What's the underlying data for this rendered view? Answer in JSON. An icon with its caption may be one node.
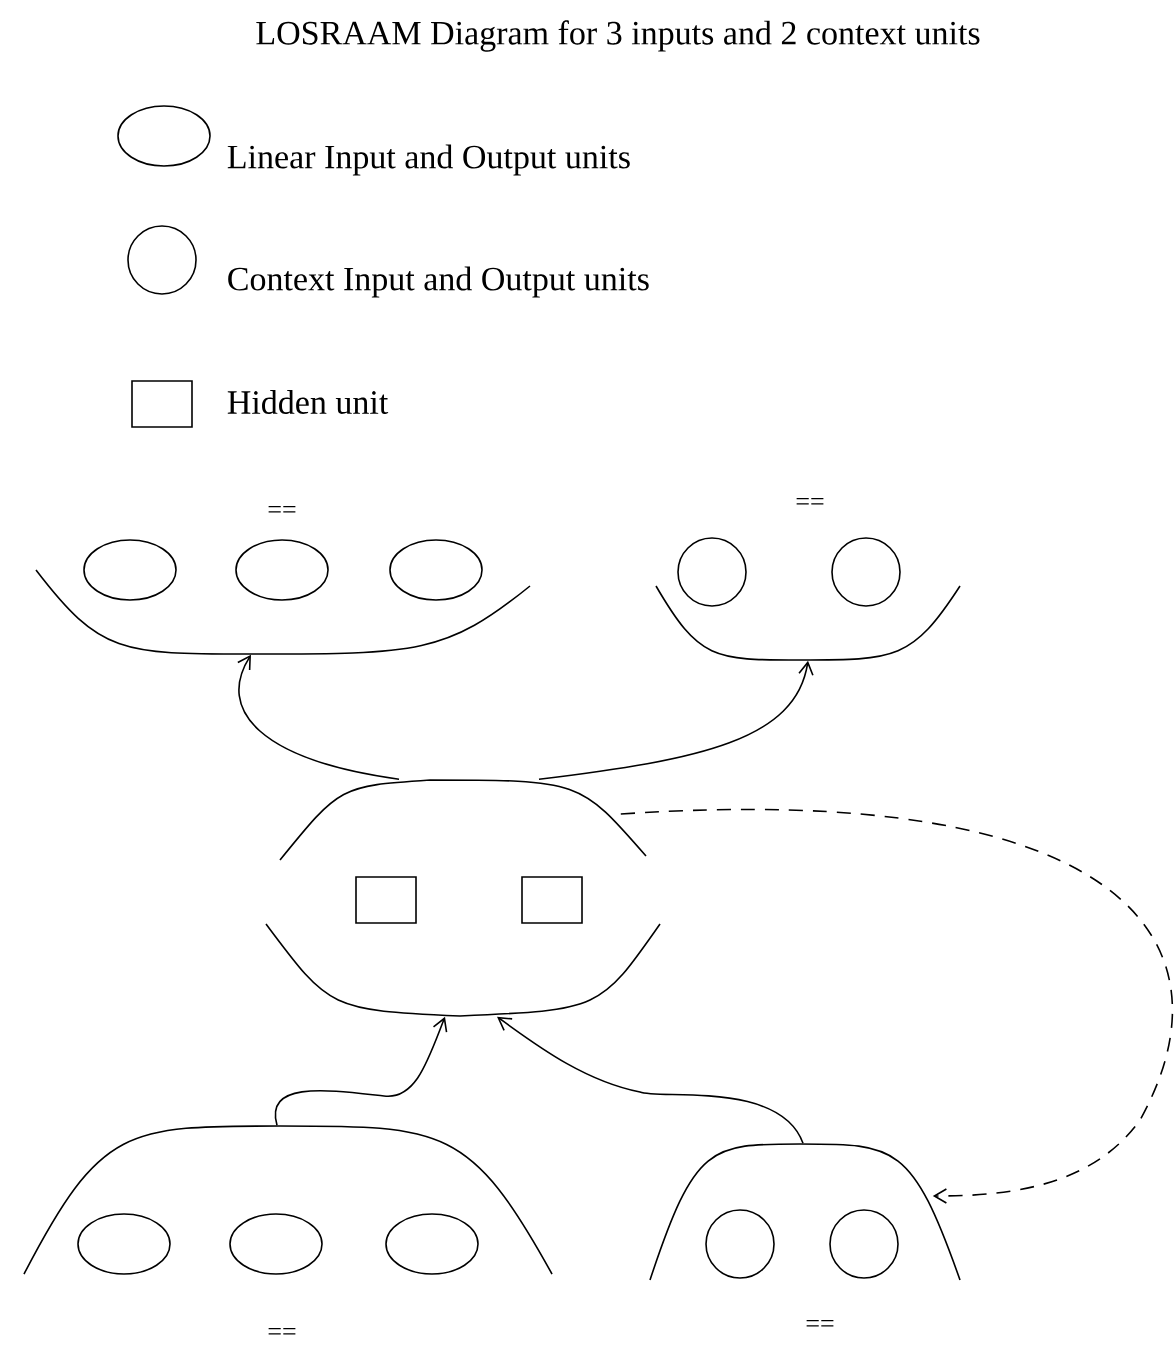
{
  "diagram": {
    "title": "LOSRAAM Diagram for 3 inputs and 2 context units",
    "nodes": [
      {
        "text": [],
        "shape": "arc"
      },
      {
        "text": [],
        "shape": "ellipse"
      },
      {
        "text": [],
        "shape": "ellipse"
      },
      {
        "text": [],
        "shape": "ellipse"
      },
      {
        "text": [],
        "shape": "arc"
      },
      {
        "text": [],
        "shape": "circle"
      },
      {
        "text": [],
        "shape": "circle"
      },
      {
        "text": [],
        "shape": "arc"
      },
      {
        "text": [],
        "shape": "box",
        "in": 7
      },
      {
        "text": [],
        "shape": "box",
        "in": 7
      },
      {
        "text": [],
        "shape": "arc"
      },
      {
        "text": [],
        "shape": "ellipse",
        "in": 10
      },
      {
        "text": [],
        "shape": "ellipse",
        "in": 10
      },
      {
        "text": [],
        "shape": "ellipse",
        "in": 10
      },
      {
        "text": [],
        "shape": "arc"
      },
      {
        "text": [],
        "shape": "circle",
        "in": 14
      },
      {
        "text": [],
        "shape": "circle",
        "in": 14
      }
    ],
    "labels": [
      "==",
      "==",
      "==",
      "=="
    ],
    "edges": [
      {
        "from": 7,
        "to": 0,
        "arrow": "to"
      },
      {
        "from": 7,
        "to": 4,
        "arrow": "to"
      },
      {
        "from": 10,
        "to": 7,
        "arrow": "to"
      },
      {
        "from": 14,
        "to": 7,
        "arrow": "to"
      },
      {
        "from": 7,
        "to": 14,
        "arrow": "to",
        "style": "dashed"
      }
    ],
    "legend": [
      {
        "text": "Linear Input and Output units"
      },
      {
        "text": "Context Input and Output units"
      },
      {
        "text": "Hidden unit"
      }
    ]
  }
}
